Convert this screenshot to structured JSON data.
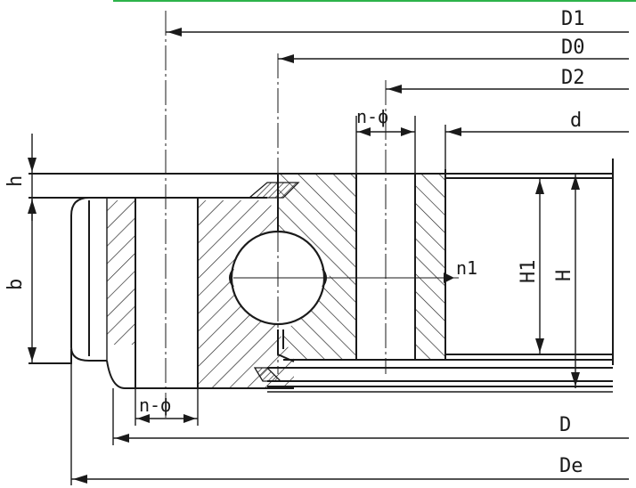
{
  "labels": {
    "D1": "D1",
    "D0": "D0",
    "D2": "D2",
    "d": "d",
    "n_phi_top": "n-ϕ",
    "h": "h",
    "b": "b",
    "n1": "n1",
    "H1": "H1",
    "H": "H",
    "n_phi_bottom": "n-ϕ",
    "D": "D",
    "De": "De"
  },
  "colors": {
    "ink": "#1a1a1a",
    "top_accent": "#2db34a"
  }
}
